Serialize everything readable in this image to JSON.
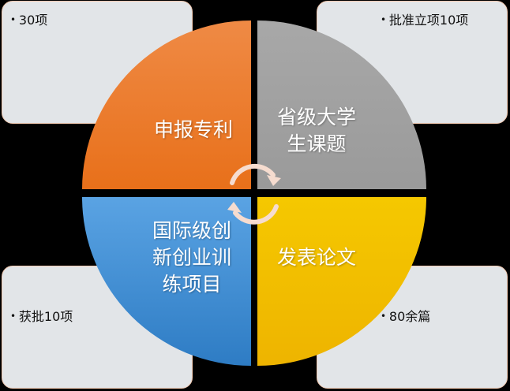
{
  "boxes": {
    "top_left": "30项",
    "top_right": "批准立项10项",
    "bottom_left": "获批10项",
    "bottom_right": "80余篇"
  },
  "quadrants": {
    "top_left": {
      "line1": "申报专利",
      "color": "#ec7524"
    },
    "top_right": {
      "line1": "省级大学",
      "line2": "生课题",
      "color": "#a0a0a0"
    },
    "bottom_left": {
      "line1": "国际级创",
      "line2": "新创业训",
      "line3": "练项目",
      "color": "#3f8fd6"
    },
    "bottom_right": {
      "line1": "发表论文",
      "color": "#f2bd00"
    }
  }
}
